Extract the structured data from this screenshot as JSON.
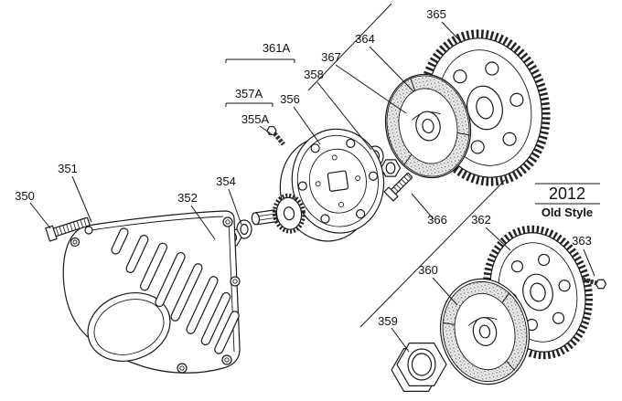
{
  "diagram": {
    "background_color": "#ffffff",
    "line_color": "#1a1a1a",
    "callouts": {
      "350": "350",
      "351": "351",
      "352": "352",
      "354": "354",
      "355A": "355A",
      "356": "356",
      "357A": "357A",
      "358": "358",
      "361A": "361A",
      "364": "364",
      "365": "365",
      "366": "366",
      "367": "367",
      "359": "359",
      "360": "360",
      "362": "362",
      "363": "363"
    },
    "note": {
      "year": "2012",
      "style": "Old Style"
    }
  }
}
